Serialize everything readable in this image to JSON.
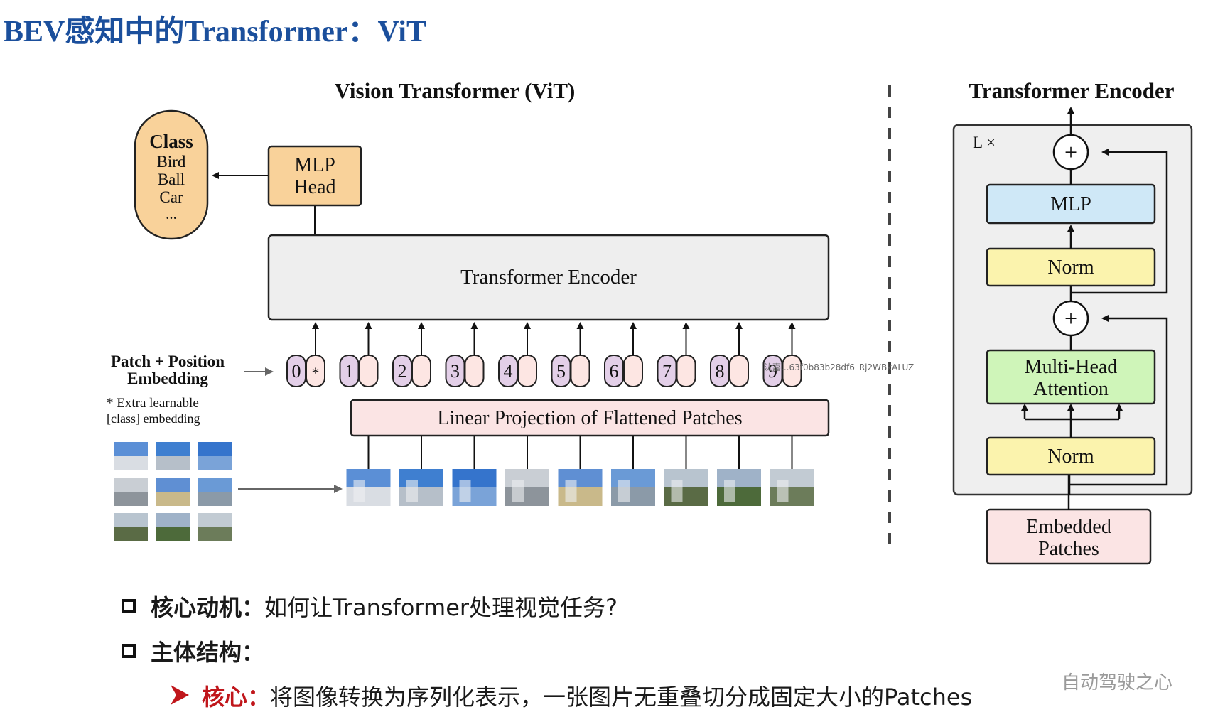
{
  "title": "BEV感知中的Transformer：ViT",
  "vit": {
    "heading": "Vision Transformer (ViT)",
    "class_box": {
      "title": "Class",
      "items": [
        "Bird",
        "Ball",
        "Car",
        "..."
      ]
    },
    "mlp_head": [
      "MLP",
      "Head"
    ],
    "encoder_label": "Transformer Encoder",
    "embedding_label": [
      "Patch + Position",
      "Embedding"
    ],
    "extra_note": [
      "* Extra learnable",
      "[class] embedding"
    ],
    "linear_projection": "Linear Projection of Flattened Patches",
    "tokens": [
      "0",
      "1",
      "2",
      "3",
      "4",
      "5",
      "6",
      "7",
      "8",
      "9"
    ],
    "class_token_marker": "*"
  },
  "encoder_detail": {
    "heading": "Transformer Encoder",
    "repeat": "L ×",
    "plus": "+",
    "mlp": "MLP",
    "norm": "Norm",
    "attention": [
      "Multi-Head",
      "Attention"
    ],
    "embedded": [
      "Embedded",
      "Patches"
    ]
  },
  "watermark": "沈嘉...63f0b83b28df6_Rj2WBkALUZ",
  "bullets": [
    {
      "label": "核心动机：",
      "text": "如何让Transformer处理视觉任务?"
    },
    {
      "label": "主体结构：",
      "text": ""
    }
  ],
  "sub_bullet": {
    "label": "核心：",
    "text": "将图像转换为序列化表示，一张图片无重叠切分成固定大小的Patches"
  },
  "brand": "自动驾驶之心",
  "colors": {
    "title": "#1b4f9c",
    "class_fill": "#f9d29a",
    "mlp_head_fill": "#f9d29a",
    "encoder_fill": "#eeeeee",
    "projection_fill": "#fbe4e4",
    "token_purple": "#e3cfe8",
    "token_pink": "#fde6e3",
    "mlp_blue": "#cfe8f7",
    "norm_yellow": "#fbf3ad",
    "attention_green": "#cff5b9",
    "embedded_pink": "#fbe4e4",
    "sub_bullet_red": "#c0161b"
  }
}
